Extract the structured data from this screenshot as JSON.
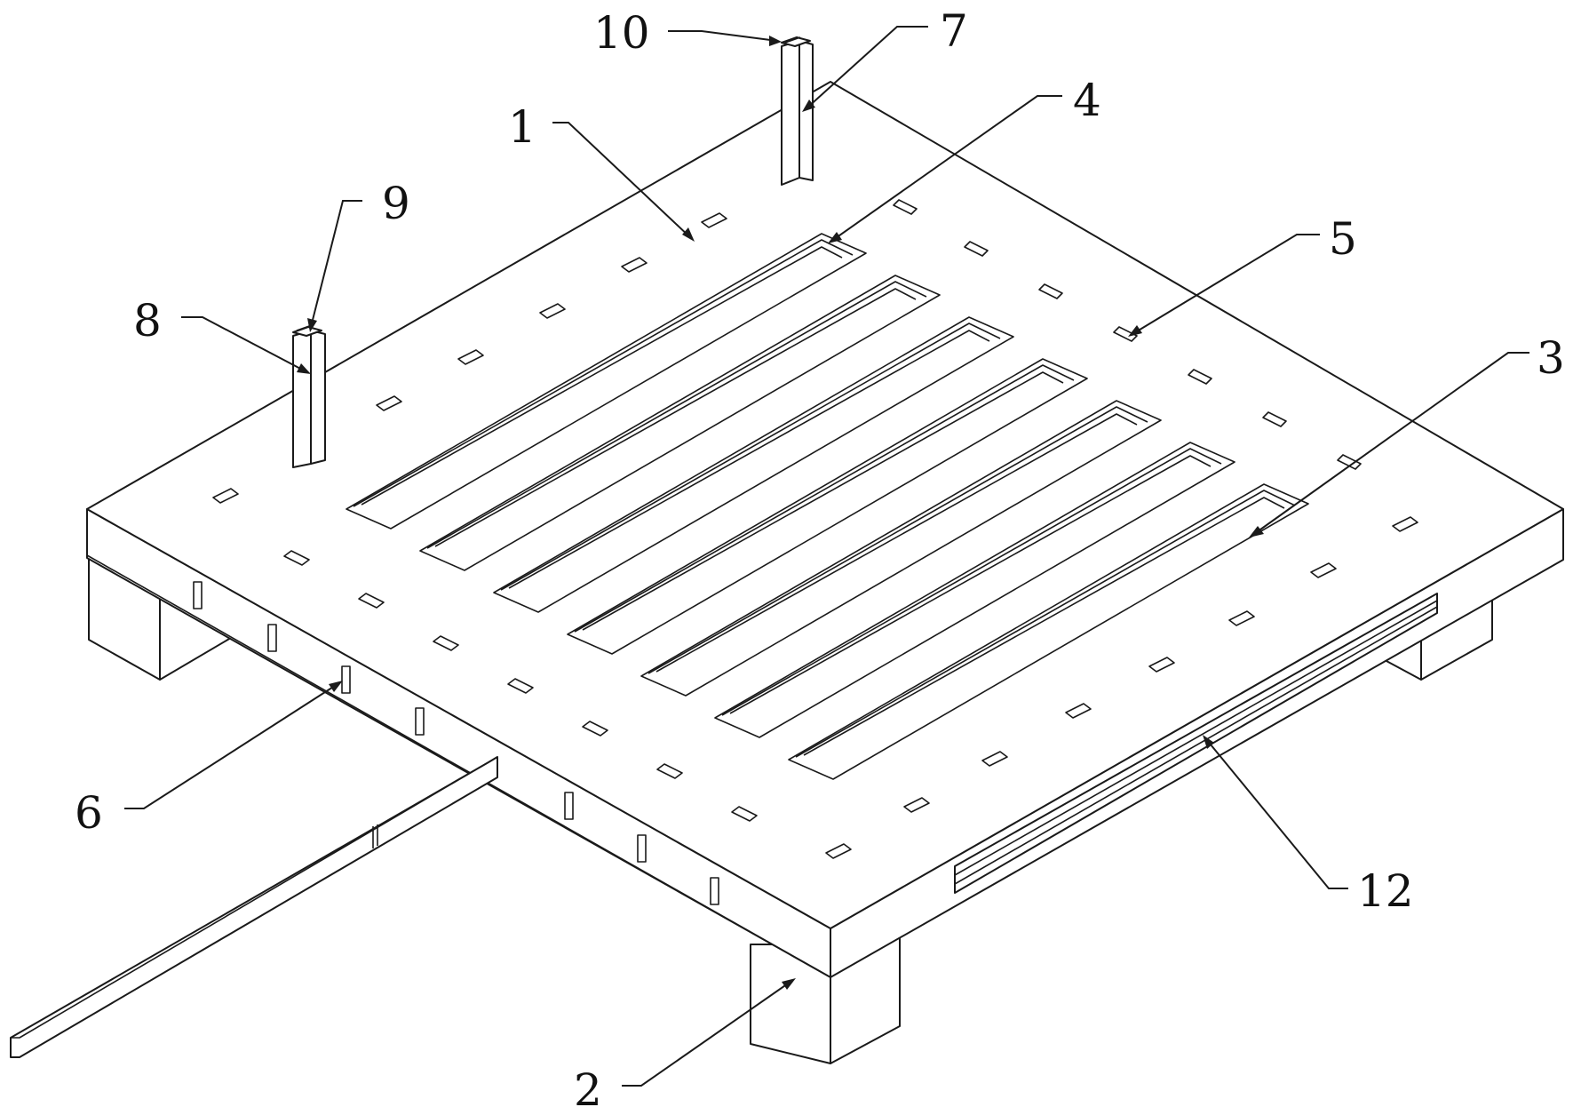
{
  "labels": {
    "l1": "1",
    "l2": "2",
    "l3": "3",
    "l4": "4",
    "l5": "5",
    "l6": "6",
    "l7": "7",
    "l8": "8",
    "l9": "9",
    "l10": "10",
    "l12": "12"
  },
  "colors": {
    "line": "#1a1a1a",
    "background": "#ffffff"
  }
}
